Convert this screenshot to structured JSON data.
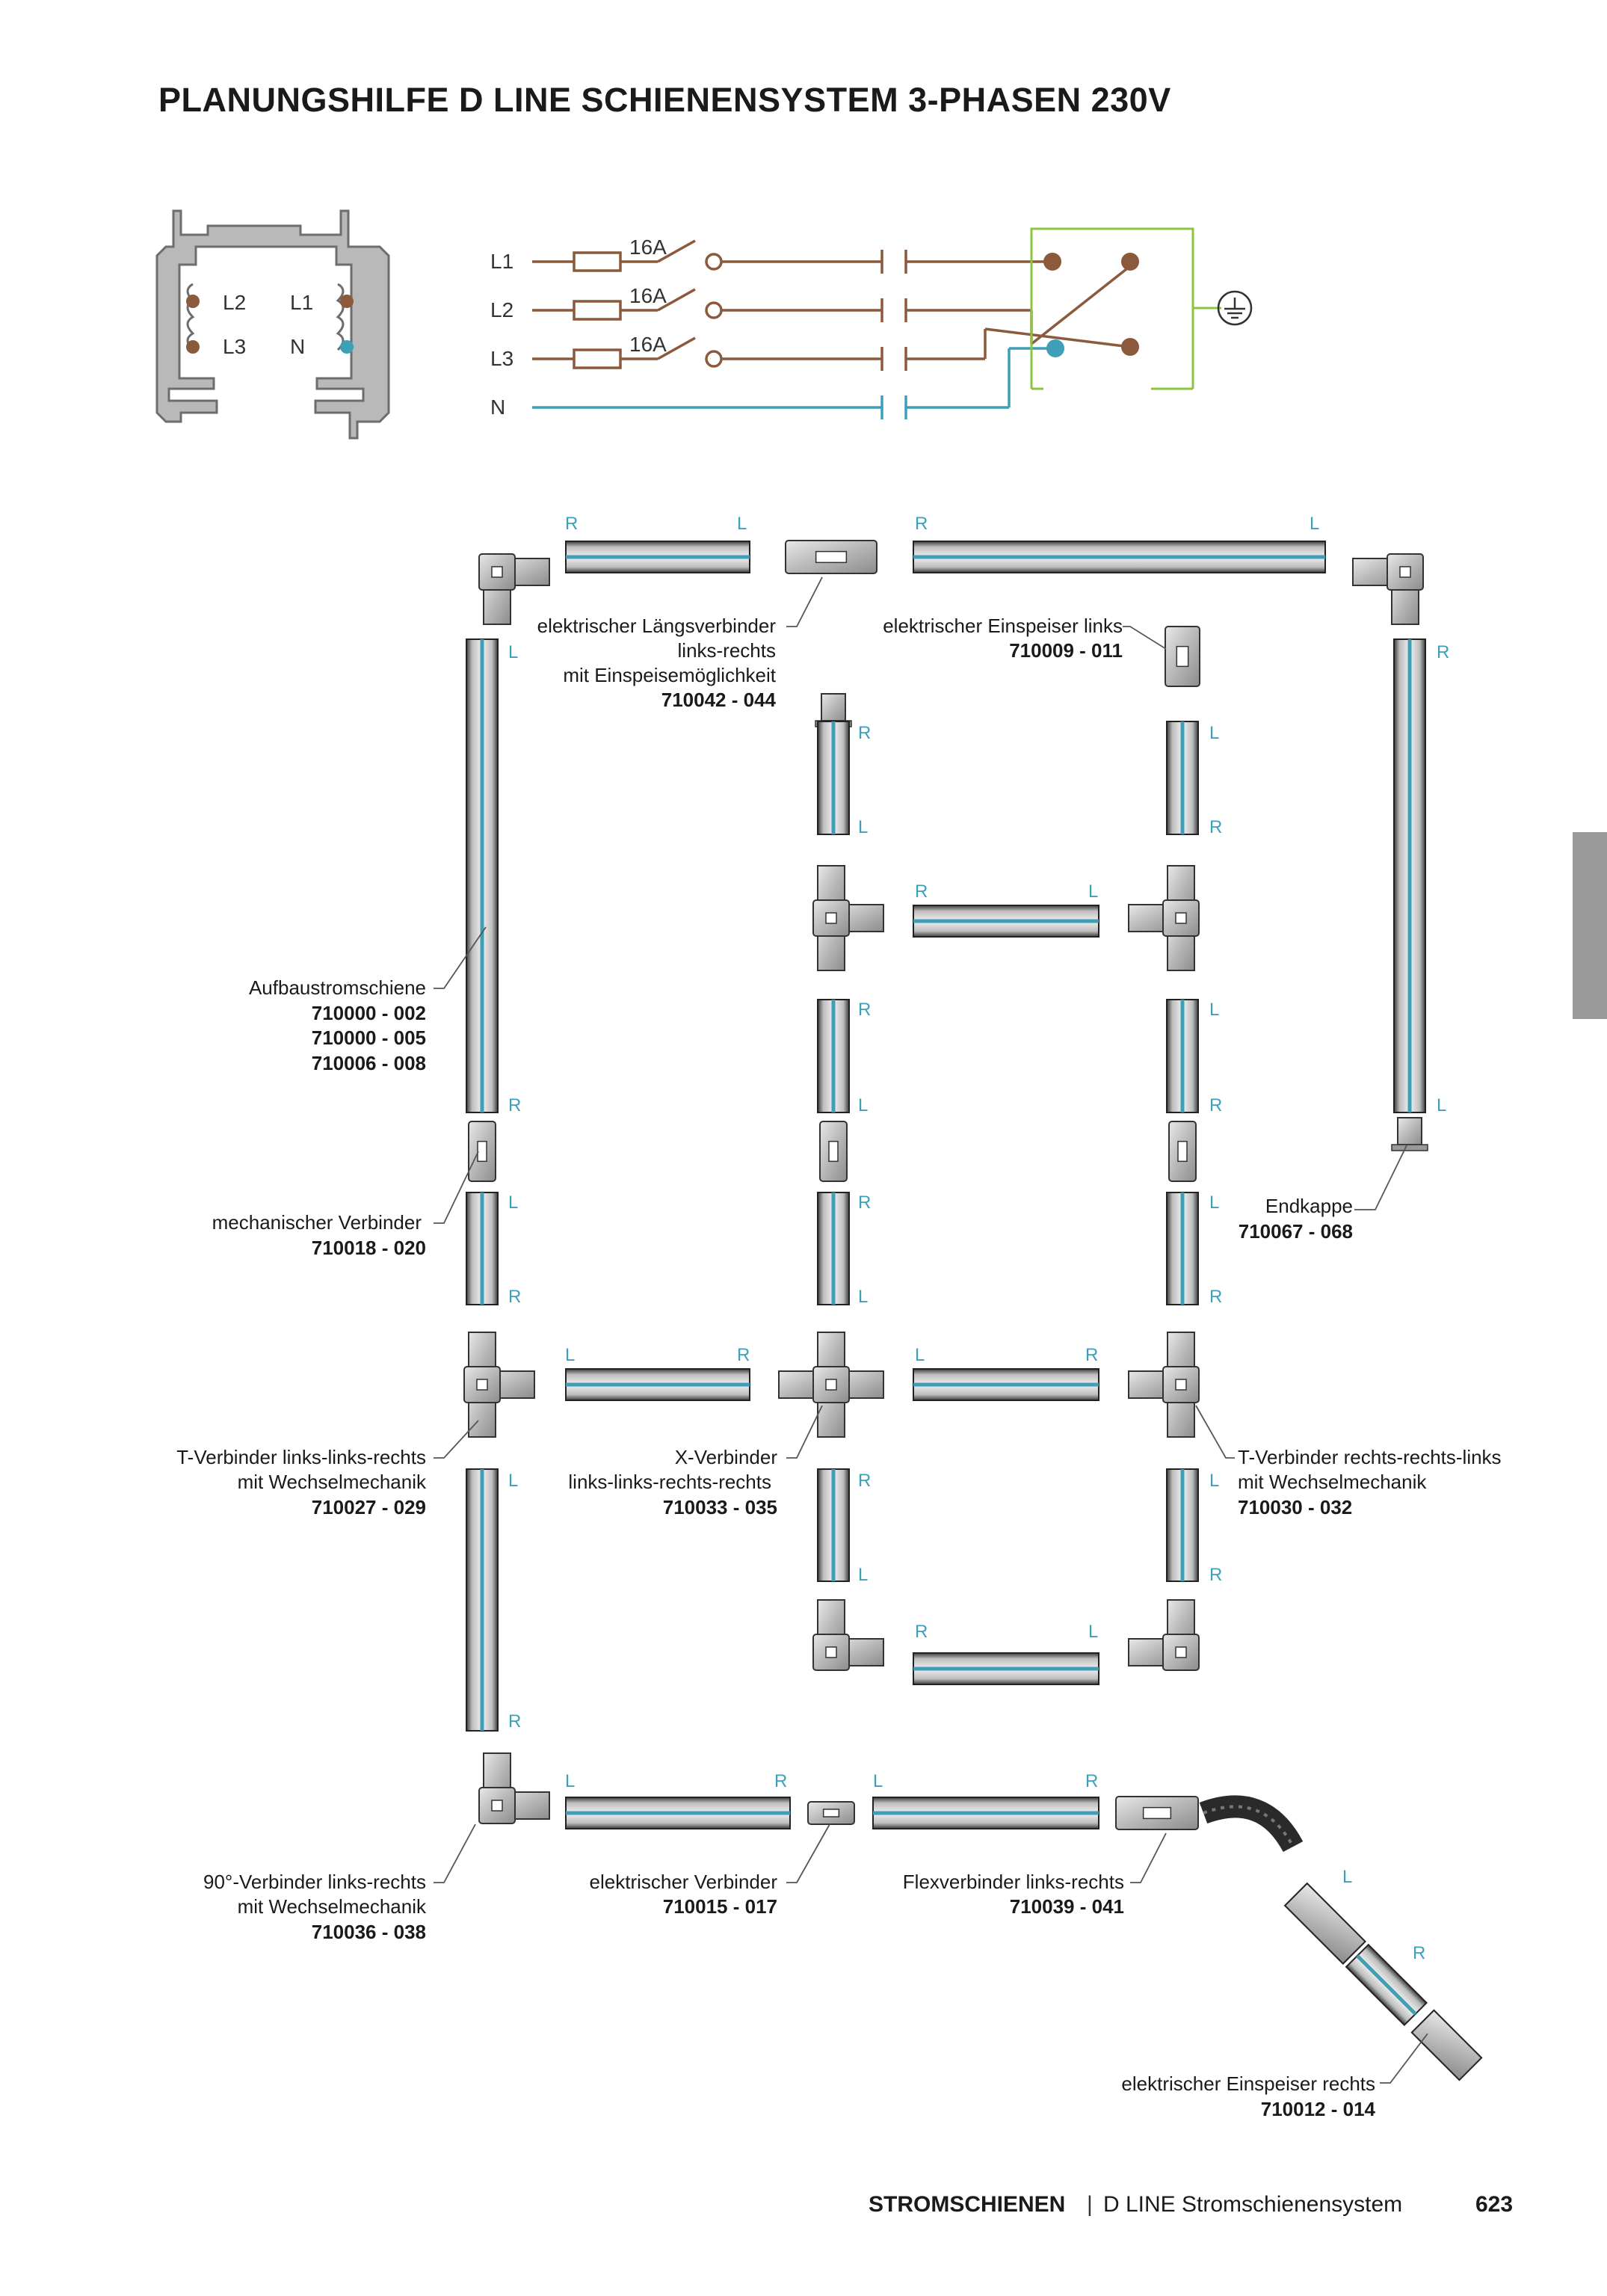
{
  "title": "PLANUNGSHILFE D LINE SCHIENENSYSTEM 3-PHASEN 230V",
  "colors": {
    "phase": "#8b5a3c",
    "neutral": "#3f9fb7",
    "earth": "#8cc63f",
    "rail": "#555555",
    "tab": "#9a9a9a"
  },
  "profile": {
    "labels": [
      "L2",
      "L3",
      "L1",
      "N"
    ]
  },
  "schematic": {
    "lines": [
      "L1",
      "L2",
      "L3",
      "N"
    ],
    "fuses": [
      "16A",
      "16A",
      "16A"
    ],
    "earth_icon": "ground-icon"
  },
  "rail_letters": {
    "r": "R",
    "l": "L"
  },
  "components": [
    {
      "id": "laengsverbinder",
      "lines": [
        "elektrischer Längsverbinder",
        "links-rechts",
        "mit Einspeisemöglichkeit"
      ],
      "code": "710042 - 044"
    },
    {
      "id": "einspeiser-links",
      "lines": [
        "elektrischer Einspeiser links"
      ],
      "code": "710009 - 011"
    },
    {
      "id": "aufbaustromschiene",
      "lines": [
        "Aufbaustromschiene"
      ],
      "codes": [
        "710000 - 002",
        "710000 - 005",
        "710006 - 008"
      ]
    },
    {
      "id": "mech-verbinder",
      "lines": [
        "mechanischer Verbinder"
      ],
      "code": "710018 - 020"
    },
    {
      "id": "endkappe",
      "lines": [
        "Endkappe"
      ],
      "code": "710067 - 068"
    },
    {
      "id": "t-verbinder-llr",
      "lines": [
        "T-Verbinder links-links-rechts",
        "mit Wechselmechanik"
      ],
      "code": "710027 - 029"
    },
    {
      "id": "x-verbinder",
      "lines": [
        "X-Verbinder",
        "links-links-rechts-rechts"
      ],
      "code": "710033 - 035"
    },
    {
      "id": "t-verbinder-rrl",
      "lines": [
        "T-Verbinder rechts-rechts-links",
        "mit Wechselmechanik"
      ],
      "code": "710030 - 032"
    },
    {
      "id": "90-verbinder",
      "lines": [
        "90°-Verbinder links-rechts",
        "mit Wechselmechanik"
      ],
      "code": "710036 - 038"
    },
    {
      "id": "el-verbinder",
      "lines": [
        "elektrischer Verbinder"
      ],
      "code": "710015 - 017"
    },
    {
      "id": "flexverbinder",
      "lines": [
        "Flexverbinder links-rechts"
      ],
      "code": "710039 - 041"
    },
    {
      "id": "einspeiser-rechts",
      "lines": [
        "elektrischer Einspeiser rechts"
      ],
      "code": "710012 - 014"
    }
  ],
  "footer": {
    "section": "STROMSCHIENEN",
    "separator": "|",
    "subtitle": "D LINE Stromschienensystem",
    "page": "623"
  }
}
